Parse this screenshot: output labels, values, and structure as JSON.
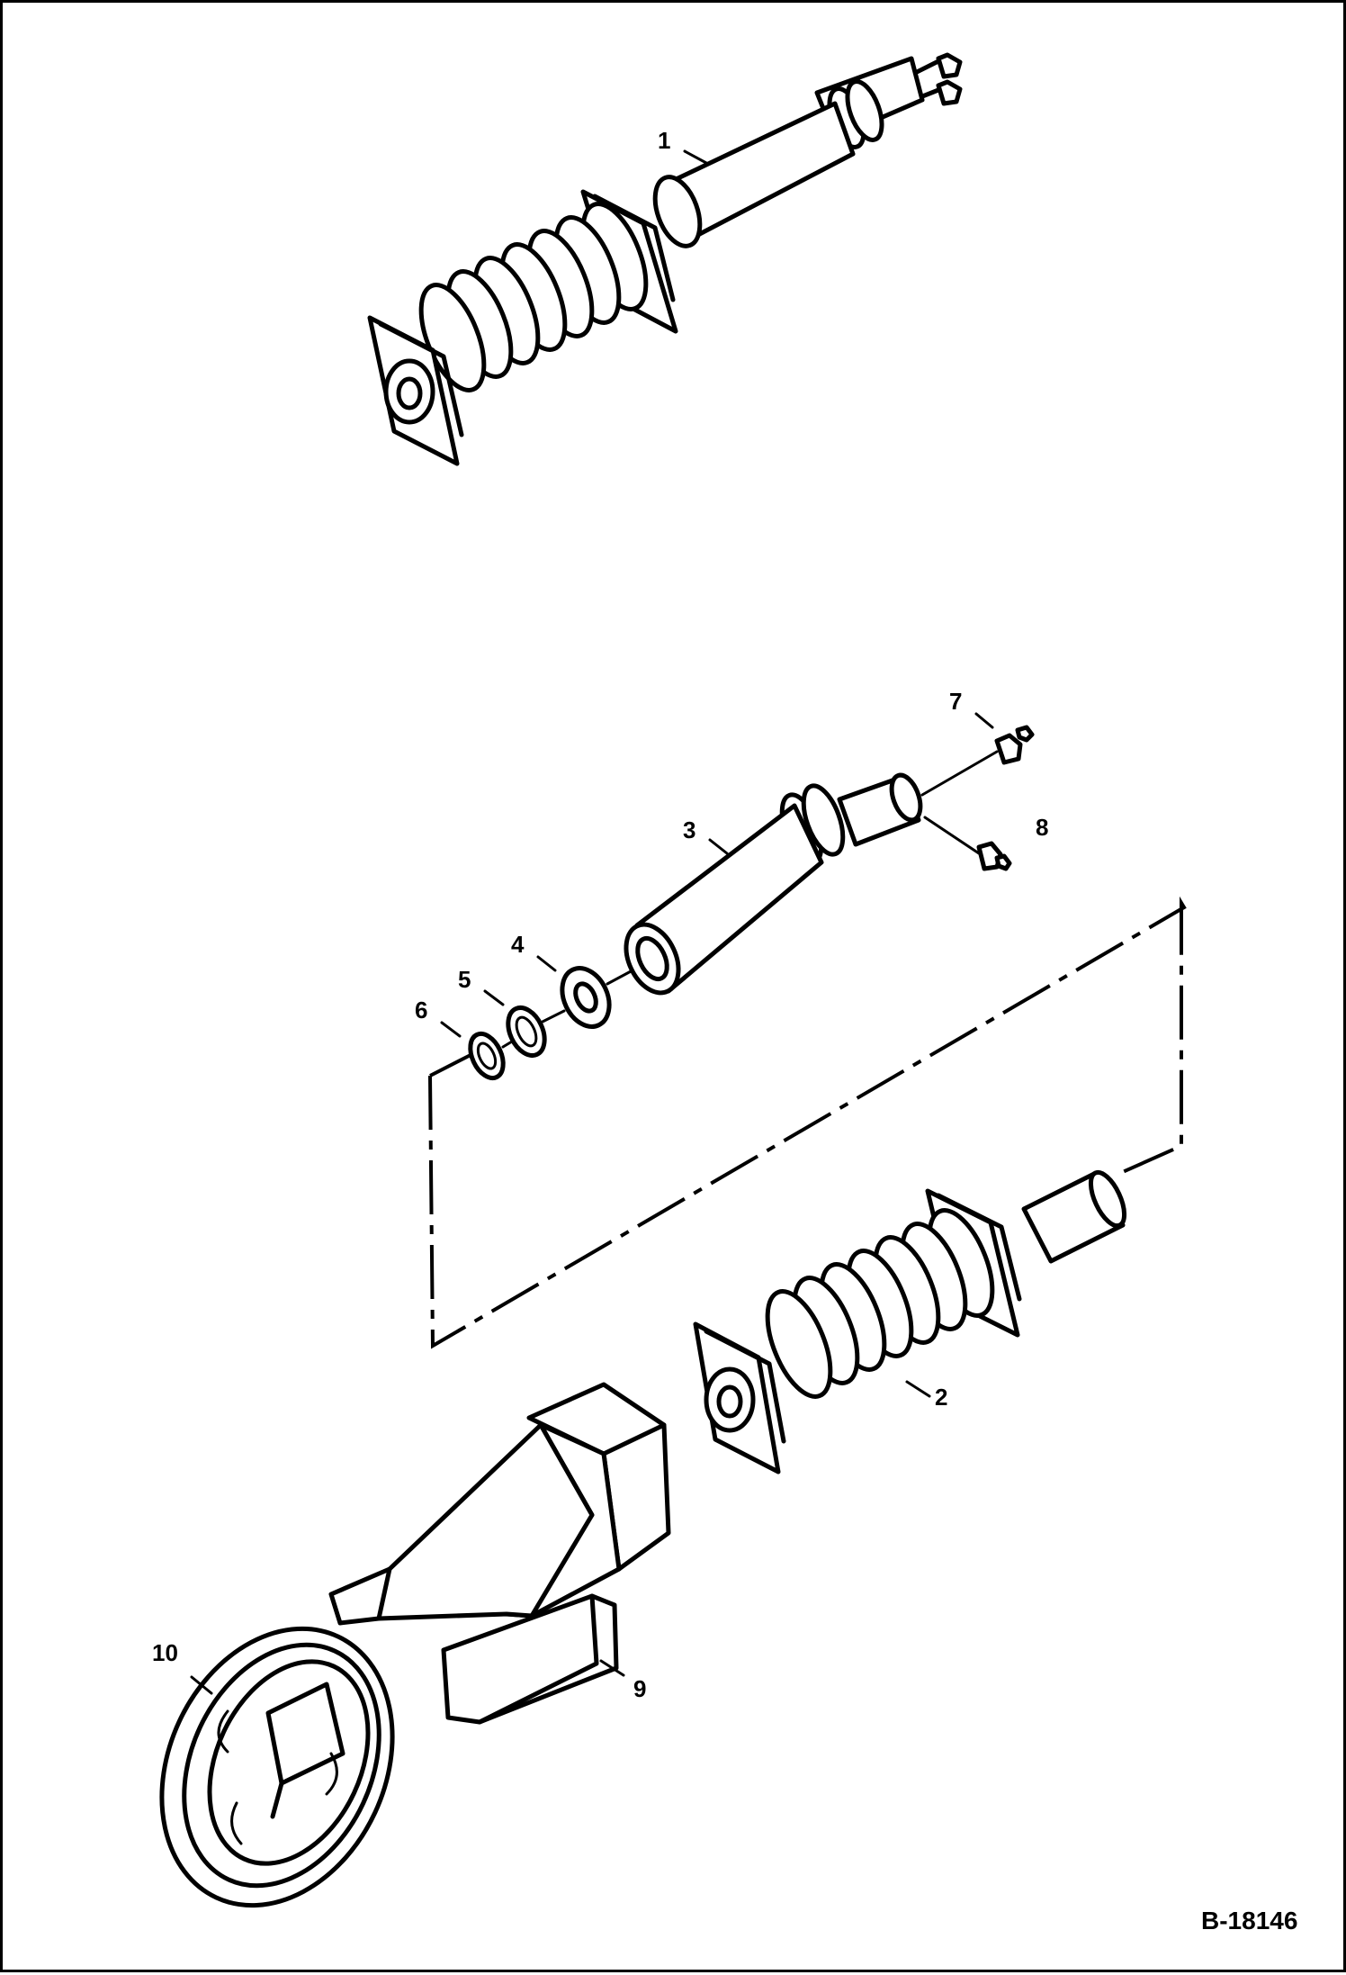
{
  "figure_code": "B-18146",
  "callouts": {
    "c1": "1",
    "c2": "2",
    "c3": "3",
    "c4": "4",
    "c5": "5",
    "c6": "6",
    "c7": "7",
    "c8": "8",
    "c9": "9",
    "c10": "10"
  }
}
